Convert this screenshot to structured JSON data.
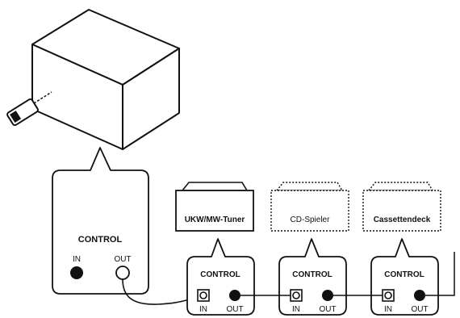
{
  "main_unit": {
    "control_label": "CONTROL",
    "in_label": "IN",
    "out_label": "OUT"
  },
  "components": [
    {
      "name": "UKW/MW-Tuner",
      "control_label": "CONTROL",
      "in_label": "IN",
      "out_label": "OUT"
    },
    {
      "name": "CD-Spieler",
      "control_label": "CONTROL",
      "in_label": "IN",
      "out_label": "OUT"
    },
    {
      "name": "Cassettendeck",
      "control_label": "CONTROL",
      "in_label": "IN",
      "out_label": "OUT"
    }
  ]
}
